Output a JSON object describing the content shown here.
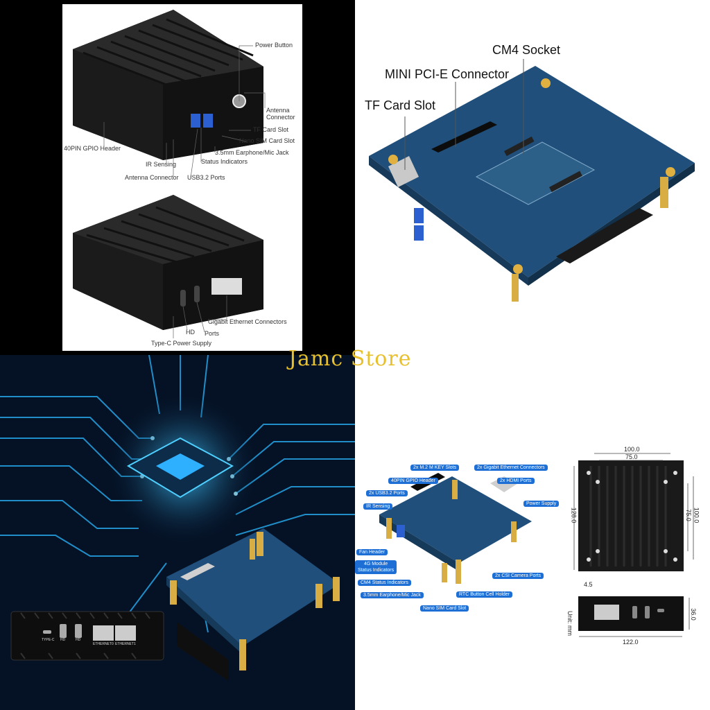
{
  "product_top_left": {
    "labels": {
      "power_button": "Power Button",
      "antenna_connector_1": "Antenna\nConnector",
      "tf_card_slot": "TF Card Slot",
      "nano_sim": "Nano SIM Card Slot",
      "earphone": "3.5mm Earphone/Mic Jack",
      "status_indicators": "Status Indicators",
      "gpio": "40PIN GPIO Header",
      "ir_sensing": "IR Sensing",
      "antenna_connector_2": "Antenna Connector",
      "usb32": "USB3.2 Ports",
      "gigabit": "Gigabit Ethernet Connectors",
      "hd": "HD",
      "ports": "Ports",
      "typec": "Type-C Power Supply"
    }
  },
  "board_top_right": {
    "labels": {
      "cm4_socket": "CM4 Socket",
      "mini_pcie": "MINI PCI-E Connector",
      "tf_card_slot": "TF Card Slot"
    }
  },
  "watermark": "Jamc Store",
  "front_panel_bottom_left": {
    "port_labels": [
      "TYPE-C",
      "HD",
      "HD",
      "ETHERNET0",
      "ETHERNET1"
    ]
  },
  "board_bottom_right": {
    "callouts": {
      "m2": "2x M.2 M KEY Slots",
      "gigabit": "2x Gigabit Ethernet Connectors",
      "gpio": "40PIN GPIO Header",
      "hdmi": "2x HDMI Ports",
      "usb": "2x USB3.2 Ports",
      "power": "Power Supply",
      "ir": "IR Sensing",
      "fan": "Fan Header",
      "module4g": "4G Module\nStatus Indicators",
      "csi": "2x CSI Camera Ports",
      "cm4status": "CM4 Status Indicators",
      "earphone": "3.5mm Earphone/Mic Jack",
      "rtc": "RTC Button Cell Holder",
      "nanosim": "Nano SIM Card Slot"
    }
  },
  "dimensions": {
    "top_width": "100.0",
    "inner_width": "75.0",
    "height": "128.0",
    "right_outer": "100.0",
    "right_inner": "75.0",
    "offset": "4.5",
    "front_width": "122.0",
    "front_height": "36.0",
    "unit": "Unit: mm"
  },
  "colors": {
    "case_black": "#1a1a1a",
    "board_blue": "#1f4f7a",
    "callout_blue": "#1d6fd6",
    "watermark_gold": "#e8c02c",
    "circuit_cyan": "#2ab8ff"
  }
}
